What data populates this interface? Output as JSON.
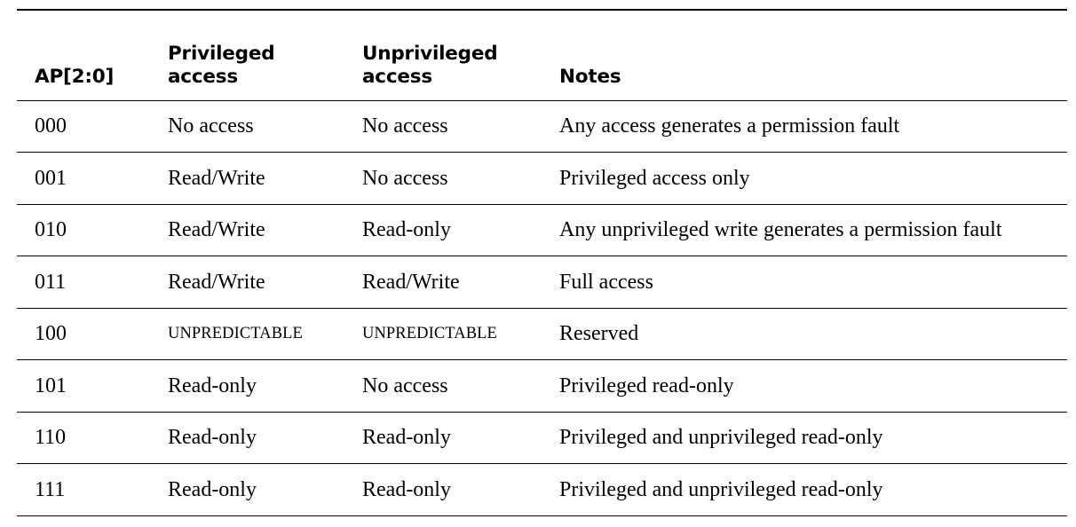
{
  "table": {
    "columns": [
      {
        "key": "ap",
        "label": "AP[2:0]"
      },
      {
        "key": "priv",
        "label": "Privileged access"
      },
      {
        "key": "unpriv",
        "label": "Unprivileged access"
      },
      {
        "key": "notes",
        "label": "Notes"
      }
    ],
    "rows": [
      {
        "ap": "000",
        "priv": "No access",
        "unpriv": "No access",
        "notes": "Any access generates a permission fault"
      },
      {
        "ap": "001",
        "priv": "Read/Write",
        "unpriv": "No access",
        "notes": "Privileged access only"
      },
      {
        "ap": "010",
        "priv": "Read/Write",
        "unpriv": "Read-only",
        "notes": "Any unprivileged write generates a permission fault"
      },
      {
        "ap": "011",
        "priv": "Read/Write",
        "unpriv": "Read/Write",
        "notes": "Full access"
      },
      {
        "ap": "100",
        "priv": "UNPREDICTABLE",
        "unpriv": "UNPREDICTABLE",
        "notes": "Reserved"
      },
      {
        "ap": "101",
        "priv": "Read-only",
        "unpriv": "No access",
        "notes": "Privileged read-only"
      },
      {
        "ap": "110",
        "priv": "Read-only",
        "unpriv": "Read-only",
        "notes": "Privileged and unprivileged read-only"
      },
      {
        "ap": "111",
        "priv": "Read-only",
        "unpriv": "Read-only",
        "notes": "Privileged and unprivileged read-only"
      }
    ]
  },
  "colors": {
    "text": "#000000",
    "rule": "#000000",
    "background": "#ffffff"
  }
}
